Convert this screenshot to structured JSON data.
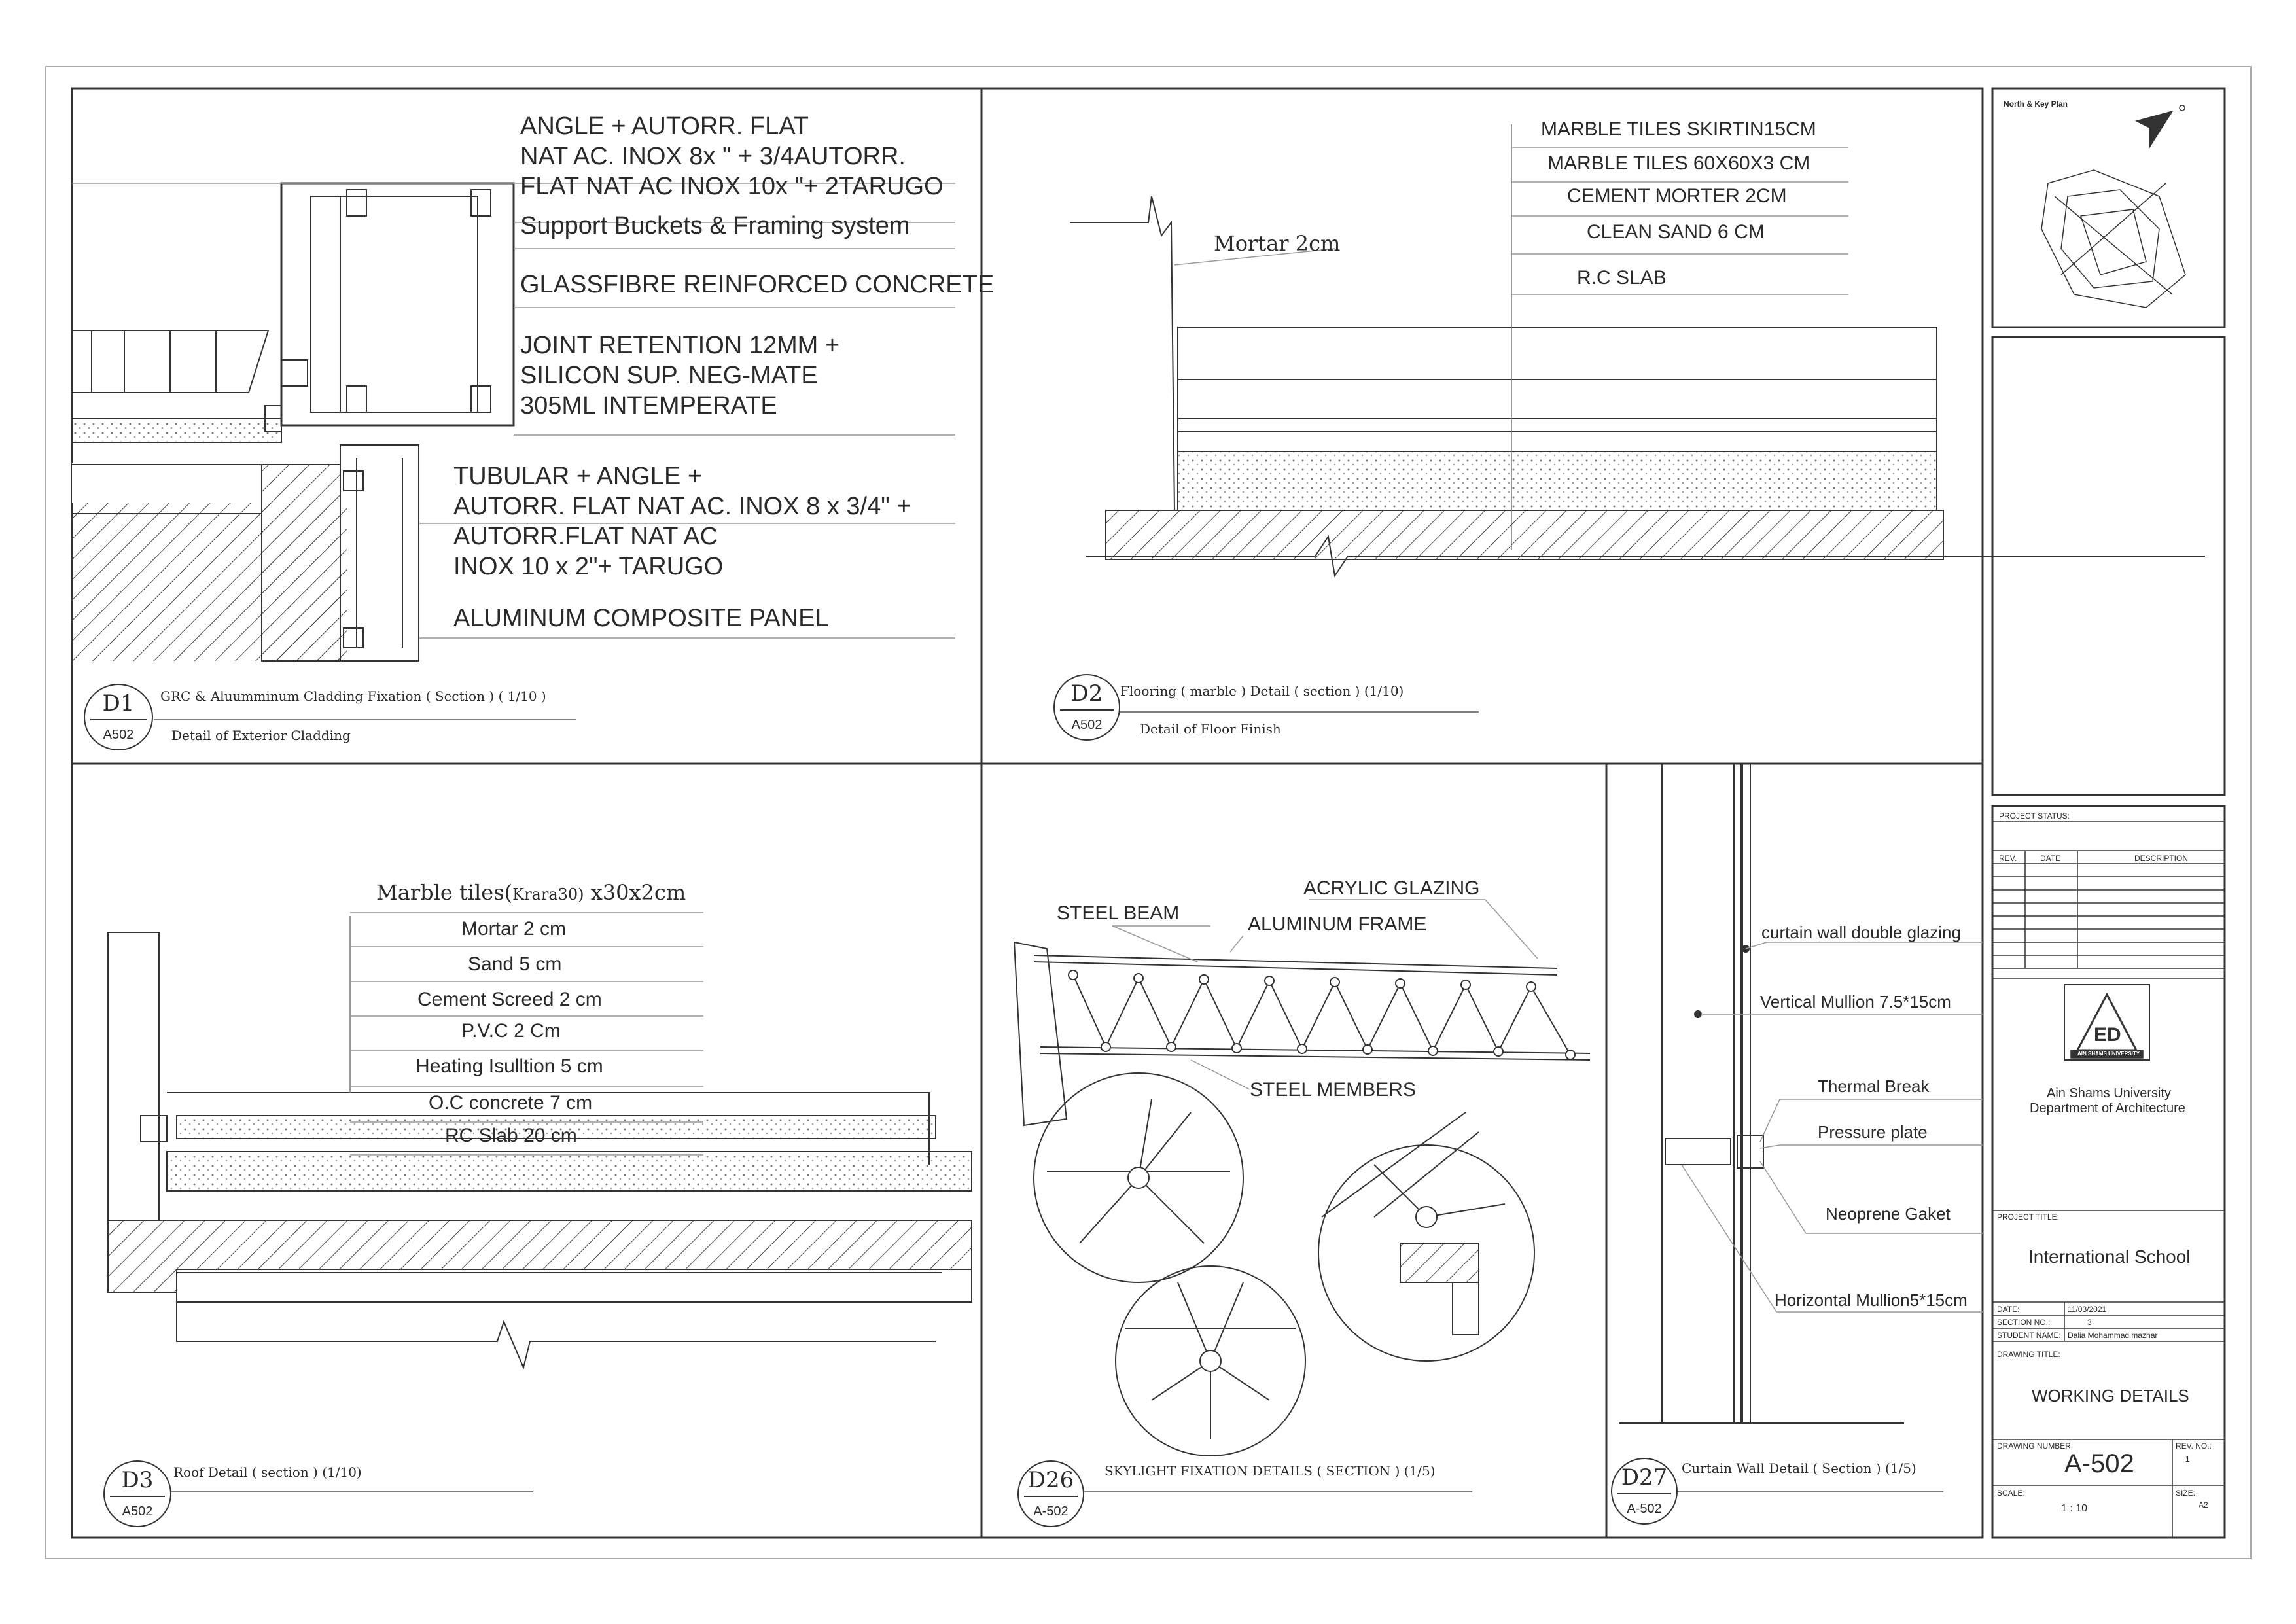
{
  "d1": {
    "labels": [
      "ANGLE  + AUTORR. FLAT",
      "NAT AC. INOX  8x \" + 3/4AUTORR.",
      "FLAT NAT AC INOX  10x \"+ 2TARUGO",
      "Support Buckets & Framing system",
      "GLASSFIBRE REINFORCED CONCRETE",
      "JOINT  RETENTION 12MM +",
      "SILICON SUP. NEG-MATE",
      "305ML INTEMPERATE",
      "TUBULAR + ANGLE  +",
      "AUTORR. FLAT NAT AC. INOX 8 x 3/4\" +",
      "AUTORR.FLAT NAT AC",
      "INOX 10 x 2\"+ TARUGO",
      "ALUMINUM COMPOSITE PANEL"
    ],
    "tag": "D1",
    "sheet": "A502",
    "title": "GRC & Aluumminum Cladding Fixation ( Section ) ( 1/10 )",
    "subtitle": "Detail of Exterior Cladding"
  },
  "d2": {
    "labels": [
      "MARBLE TILES SKIRTIN15CM",
      "MARBLE TILES 60X60X3 CM",
      "CEMENT MORTER 2CM",
      "CLEAN SAND 6 CM",
      "R.C SLAB"
    ],
    "mortar": "Mortar 2cm",
    "tag": "D2",
    "sheet": "A502",
    "title": "Flooring ( marble ) Detail ( section ) (1/10)",
    "subtitle": "Detail of Floor Finish"
  },
  "d3": {
    "header": "Marble tiles(",
    "header_small": "Krara30)",
    "header_end": " x30x2cm",
    "layers": [
      "Mortar 2 cm",
      "Sand 5 cm",
      "Cement Screed 2 cm",
      "P.V.C 2 Cm",
      "Heating Isulltion 5 cm",
      "O.C concrete 7 cm",
      "RC Slab 20 cm"
    ],
    "tag": "D3",
    "sheet": "A502",
    "title": "Roof Detail ( section ) (1/10)"
  },
  "d26": {
    "labels": [
      "ACRYLIC GLAZING",
      "STEEL BEAM",
      "ALUMINUM FRAME",
      "STEEL MEMBERS"
    ],
    "tag": "D26",
    "sheet": "A-502",
    "title": "SKYLIGHT FIXATION DETAILS ( SECTION ) (1/5)"
  },
  "d27": {
    "labels": [
      "curtain wall  double glazing",
      "Vertical Mullion 7.5*15cm",
      "Thermal Break",
      "Pressure plate",
      "Neoprene Gaket",
      "Horizontal Mullion5*15cm"
    ],
    "tag": "D27",
    "sheet": "A-502",
    "title": "Curtain Wall Detail ( Section ) (1/5)"
  },
  "titleblock": {
    "north": "North & Key Plan",
    "project_status": "PROJECT STATUS:",
    "rev_headers": [
      "REV.",
      "DATE",
      "DESCRIPTION"
    ],
    "university": "Ain Shams University",
    "department": "Department of Architecture",
    "logo_text": "ED",
    "logo_sub": "AIN SHAMS UNIVERSITY",
    "project_title_label": "PROJECT TITLE:",
    "project_title": "International School",
    "date_label": "DATE:",
    "date": "11/03/2021",
    "section_label": "SECTION NO.:",
    "section": "3",
    "student_label": "STUDENT NAME:",
    "student": "Dalia Mohammad mazhar",
    "drawing_title_label": "DRAWING TITLE:",
    "drawing_title": "WORKING DETAILS",
    "drawing_number_label": "DRAWING NUMBER:",
    "drawing_number": "A-502",
    "rev_no_label": "REV. NO.:",
    "rev_no": "1",
    "scale_label": "SCALE:",
    "scale": "1 : 10",
    "size_label": "SIZE:",
    "size": "A2"
  }
}
